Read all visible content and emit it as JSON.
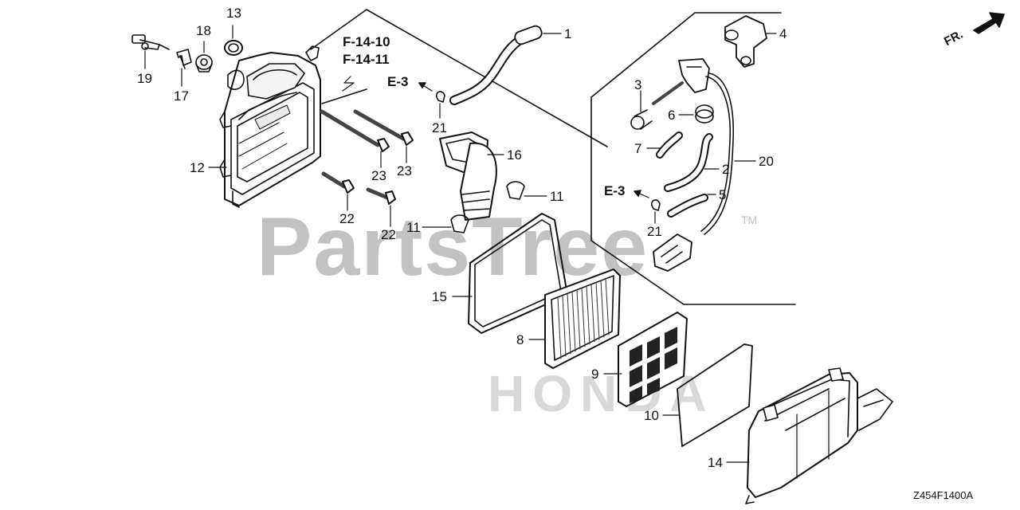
{
  "watermark": {
    "brand": "PartsTree",
    "trademark": "TM",
    "stipple": "HONDA"
  },
  "references": {
    "e3": "E-3",
    "f14_10": "F-14-10",
    "f14_11": "F-14-11"
  },
  "direction": "FR.",
  "diagram_code": "Z454F1400A",
  "callouts": {
    "c1": "1",
    "c2": "2",
    "c3": "3",
    "c4": "4",
    "c5": "5",
    "c6": "6",
    "c7": "7",
    "c8": "8",
    "c9": "9",
    "c10": "10",
    "c11": "11",
    "c12": "12",
    "c13": "13",
    "c14": "14",
    "c15": "15",
    "c16": "16",
    "c17": "17",
    "c18": "18",
    "c19": "19",
    "c20": "20",
    "c21": "21",
    "c22": "22",
    "c23": "23"
  }
}
